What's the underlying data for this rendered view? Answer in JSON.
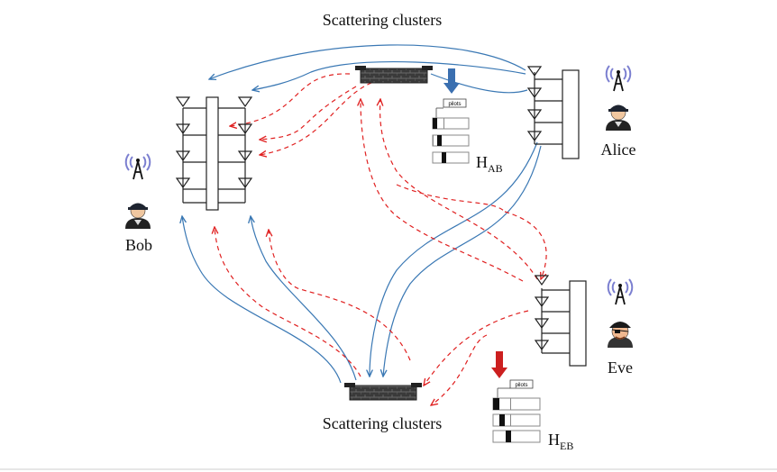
{
  "labels": {
    "top_cluster": "Scattering clusters",
    "bottom_cluster": "Scattering clusters",
    "alice": "Alice",
    "bob": "Bob",
    "eve": "Eve",
    "h_ab_main": "H",
    "h_ab_sub": "AB",
    "h_eb_main": "H",
    "h_eb_sub": "EB",
    "pilots_ab": "pilots",
    "pilots_eb": "pilots"
  },
  "colors": {
    "legit_path": "#3a78b4",
    "eve_path": "#e02020",
    "arrow_ab": "#3a6fb0",
    "arrow_eb": "#cc1f1f",
    "antenna": "#222222"
  },
  "icons": {
    "user": "person-with-cap-icon",
    "eve_user": "pirate-icon",
    "tower": "radio-tower-icon",
    "cluster": "brick-wall-icon"
  }
}
